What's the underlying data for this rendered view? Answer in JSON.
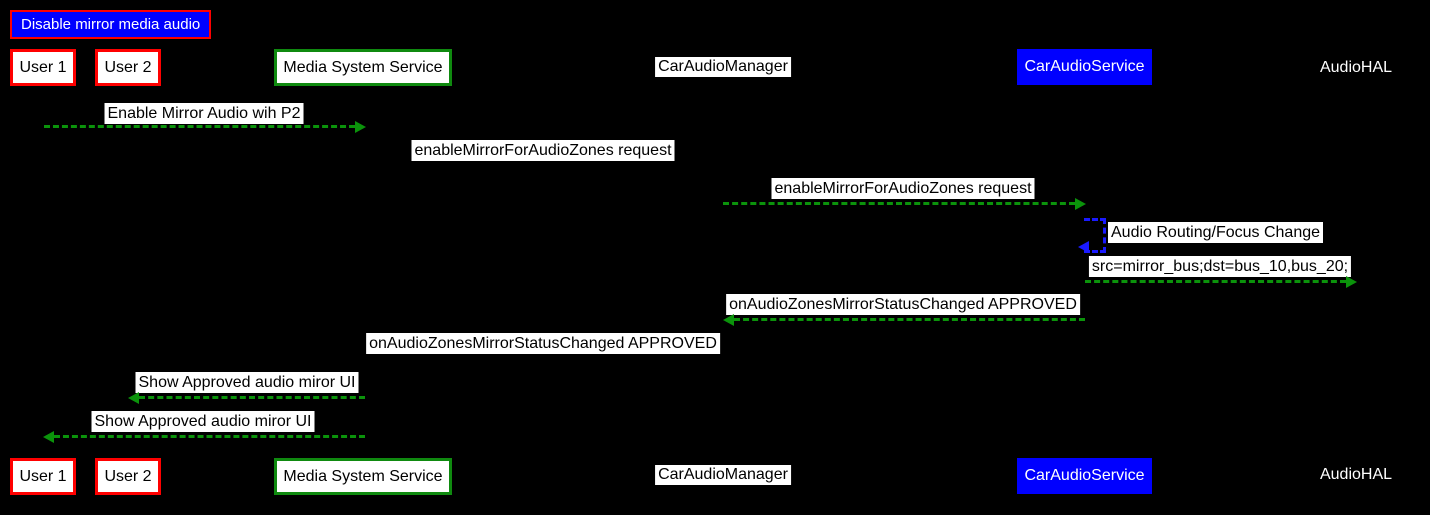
{
  "diagram": {
    "type": "sequence-diagram",
    "title": "Disable mirror media audio",
    "actors": [
      {
        "name": "User 1",
        "style": "white box, red border"
      },
      {
        "name": "User 2",
        "style": "white box, red border"
      },
      {
        "name": "Media System Service",
        "style": "white box, green border"
      },
      {
        "name": "CarAudioManager",
        "style": "white label, black text"
      },
      {
        "name": "CarAudioService",
        "style": "blue box, white text"
      },
      {
        "name": "AudioHAL",
        "style": "white text, no box"
      }
    ],
    "messages": [
      {
        "from": "User 1",
        "to": "Media System Service",
        "text": "Enable Mirror Audio wih P2",
        "arrow_visible": true,
        "direction": "right",
        "style": "green-dashed"
      },
      {
        "from": "Media System Service",
        "to": "CarAudioManager",
        "text": "enableMirrorForAudioZones request",
        "arrow_visible": false,
        "direction": "right",
        "style": "none-visible"
      },
      {
        "from": "CarAudioManager",
        "to": "CarAudioService",
        "text": "enableMirrorForAudioZones request",
        "arrow_visible": true,
        "direction": "right",
        "style": "green-dashed"
      },
      {
        "from": "CarAudioService",
        "to": "CarAudioService",
        "text": "Audio Routing/Focus Change",
        "arrow_visible": true,
        "direction": "self",
        "style": "blue-dashed-self-loop"
      },
      {
        "from": "CarAudioService",
        "to": "AudioHAL",
        "text": "src=mirror_bus;dst=bus_10,bus_20;",
        "arrow_visible": true,
        "direction": "right",
        "style": "green-dashed"
      },
      {
        "from": "CarAudioService",
        "to": "CarAudioManager",
        "text": "onAudioZonesMirrorStatusChanged APPROVED",
        "arrow_visible": true,
        "direction": "left",
        "style": "green-dashed"
      },
      {
        "from": "CarAudioManager",
        "to": "Media System Service",
        "text": "onAudioZonesMirrorStatusChanged APPROVED",
        "arrow_visible": false,
        "direction": "left",
        "style": "none-visible"
      },
      {
        "from": "Media System Service",
        "to": "User 2",
        "text": "Show Approved audio miror UI",
        "arrow_visible": true,
        "direction": "left",
        "style": "green-dashed"
      },
      {
        "from": "Media System Service",
        "to": "User 1",
        "text": "Show Approved audio miror UI",
        "arrow_visible": true,
        "direction": "left",
        "style": "green-dashed"
      }
    ],
    "colors": {
      "background": "#000000",
      "arrow_green": "#0B930B",
      "self_loop_blue": "#1A1AFF",
      "title_fill_blue": "#0000FF",
      "service_fill_blue": "#0000FF",
      "actor_border_red": "#FF0000",
      "actor_border_green": "#0F8A0F",
      "label_background": "#FFFFFF",
      "text_dark": "#000000",
      "text_light": "#FFFFFF"
    }
  }
}
